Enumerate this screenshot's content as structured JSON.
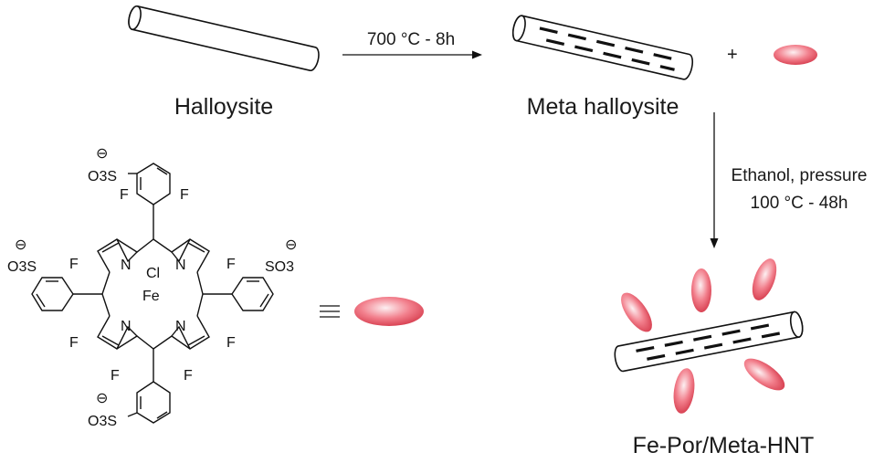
{
  "labels": {
    "halloysite": "Halloysite",
    "meta_halloysite": "Meta halloysite",
    "product": "Fe-Por/Meta-HNT",
    "step1_condition": "700 °C - 8h",
    "plus": "+",
    "step2_condition_line1": "Ethanol, pressure",
    "step2_condition_line2": "100 °C - 48h",
    "equivalence": "≡"
  },
  "molecule": {
    "center_metal": "Fe",
    "axial_ligand": "Cl",
    "nitrogen": "N",
    "fluorine": "F",
    "sulfonate_o3s": "O3S",
    "sulfonate_so3": "SO3",
    "charge": "⊖"
  },
  "colors": {
    "porphyrin_ellipse": "#e85563",
    "porphyrin_highlight": "#fbe3e6",
    "line": "#111111",
    "background": "#ffffff"
  }
}
